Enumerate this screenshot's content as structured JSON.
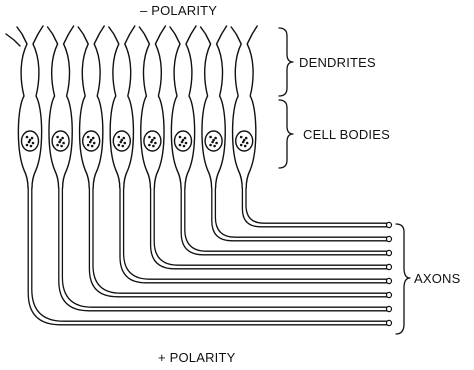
{
  "top_label": "– POLARITY",
  "bottom_label": "+ POLARITY",
  "labels": {
    "dendrites": "DENDRITES",
    "cell_bodies": "CELL BODIES",
    "axons": "AXONS"
  },
  "cell_count": 8
}
